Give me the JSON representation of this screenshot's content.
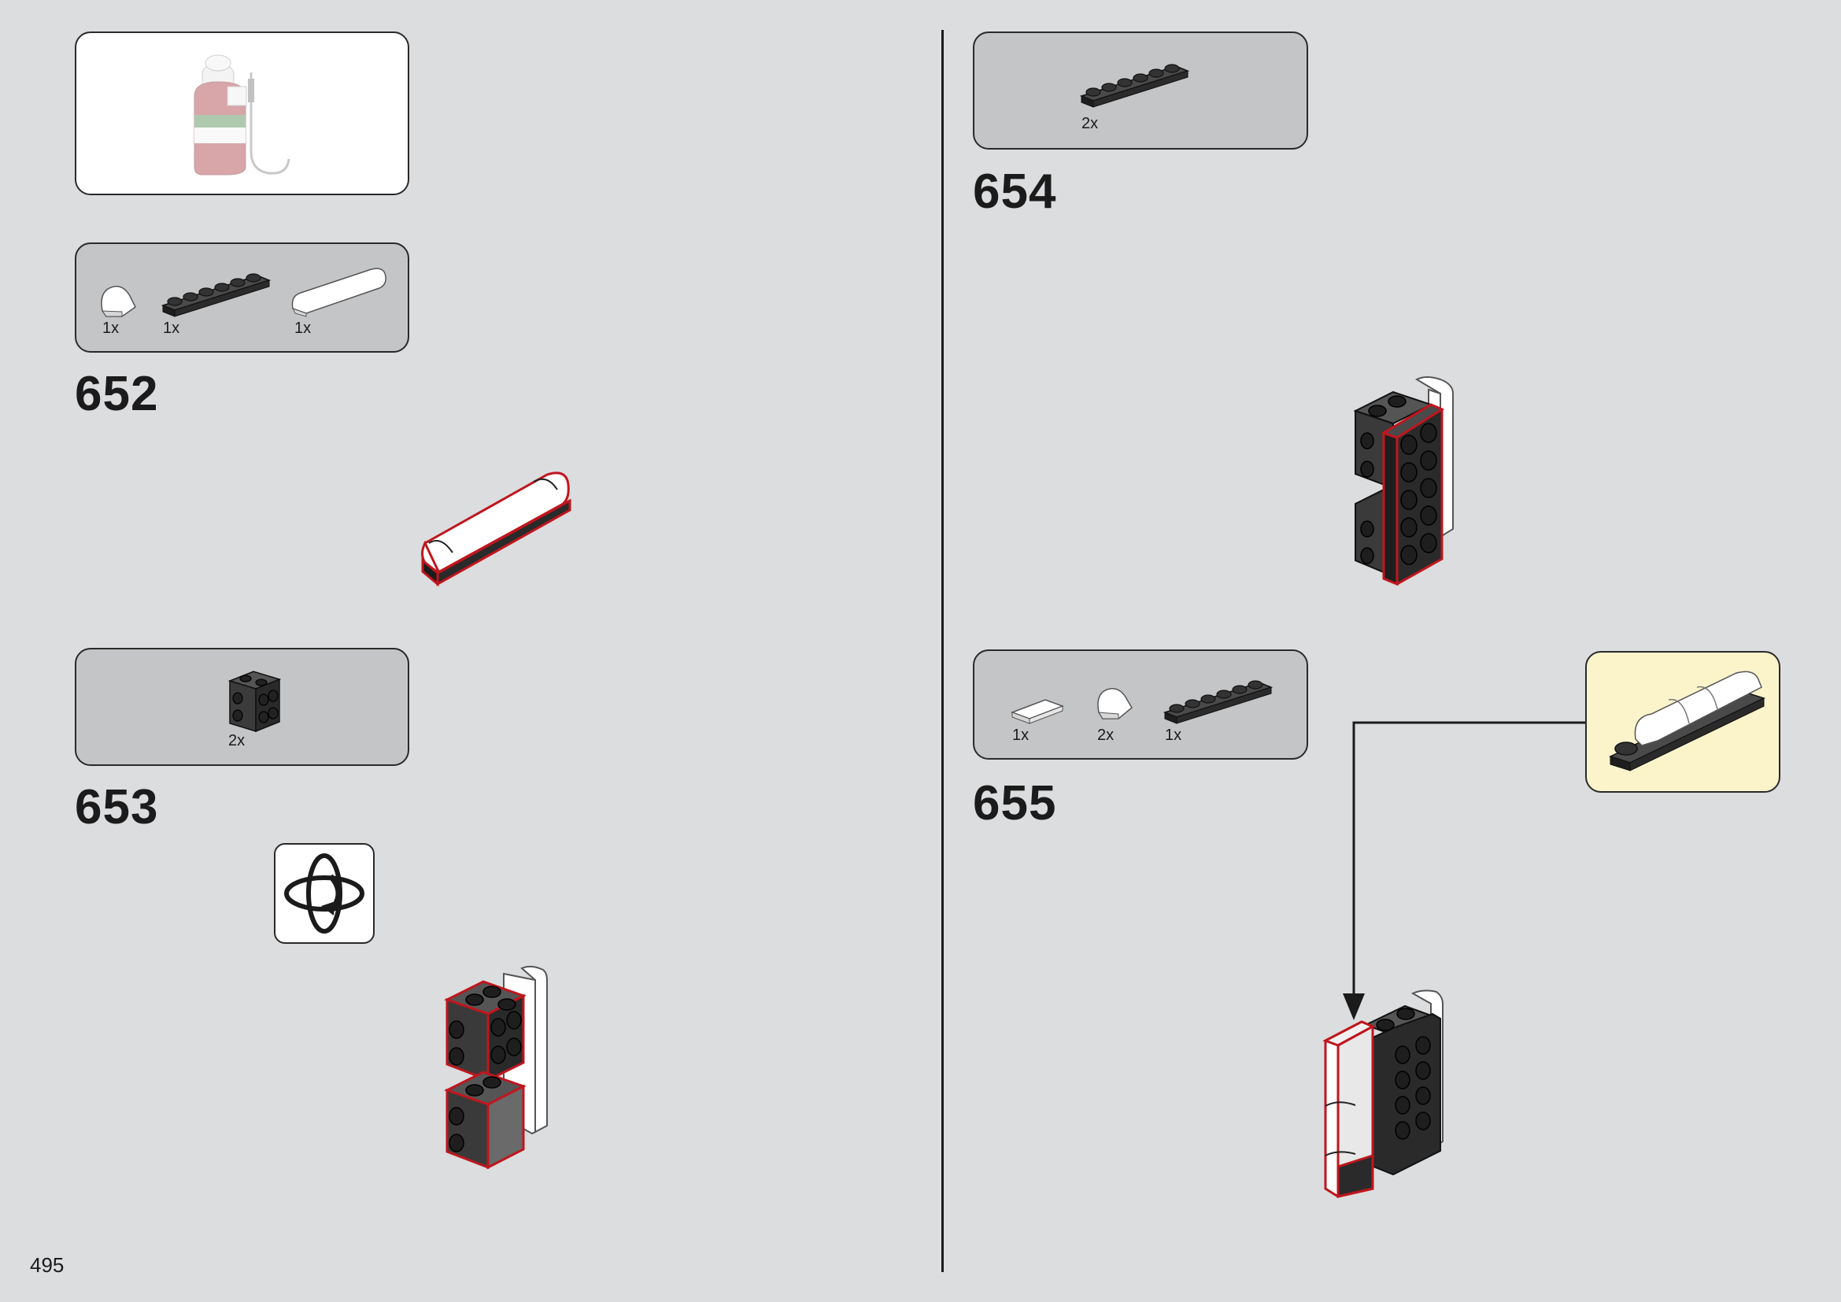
{
  "page": {
    "number": "495"
  },
  "preview_box": {
    "icon": "fire-extinguisher-preview"
  },
  "steps": [
    {
      "number": "652",
      "parts": [
        {
          "qty": "1x",
          "icon": "white-curved-slope-1x1"
        },
        {
          "qty": "1x",
          "icon": "black-plate-1x6"
        },
        {
          "qty": "1x",
          "icon": "white-curved-slope-1x4"
        }
      ]
    },
    {
      "number": "653",
      "parts": [
        {
          "qty": "2x",
          "icon": "black-brick-with-studs-on-side"
        }
      ],
      "rotate_icon": "rotate-model-icon"
    },
    {
      "number": "654",
      "parts": [
        {
          "qty": "2x",
          "icon": "black-plate-1x6"
        }
      ]
    },
    {
      "number": "655",
      "parts": [
        {
          "qty": "1x",
          "icon": "white-tile-1x2"
        },
        {
          "qty": "2x",
          "icon": "white-curved-slope-1x1"
        },
        {
          "qty": "1x",
          "icon": "black-plate-1x6"
        }
      ],
      "callout": "subassembly-callout"
    }
  ],
  "colors": {
    "background": "#dcdddf",
    "parts_box": "#c4c5c7",
    "callout": "#fbf4cb",
    "highlight": "#c0161d",
    "brick": "#3a3a3a"
  }
}
